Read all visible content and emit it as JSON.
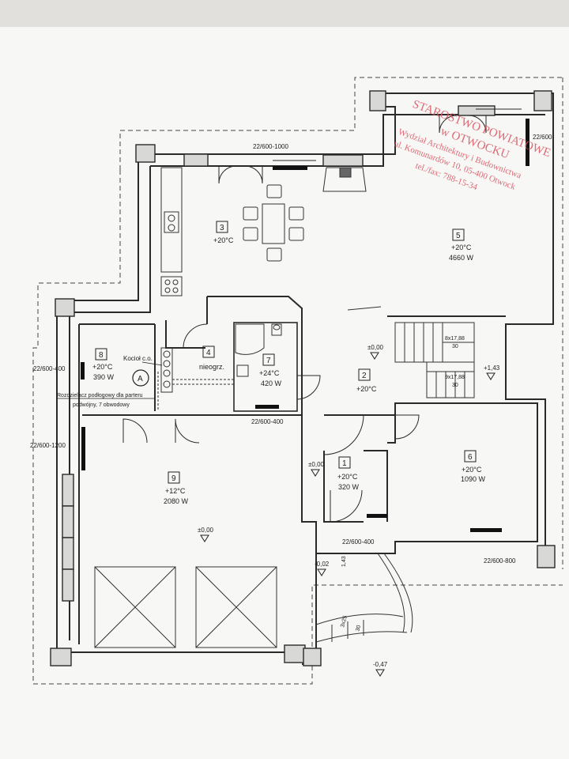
{
  "rooms": [
    {
      "number": "1",
      "temp": "+20°C",
      "power": "320 W"
    },
    {
      "number": "2",
      "temp": "+20°C"
    },
    {
      "number": "3",
      "temp": "+20°C"
    },
    {
      "number": "4",
      "name": "nieogrz."
    },
    {
      "number": "5",
      "temp": "+20°C",
      "power": "4660 W"
    },
    {
      "number": "6",
      "temp": "+20°C",
      "power": "1090 W"
    },
    {
      "number": "7",
      "temp": "+24°C",
      "power": "420 W"
    },
    {
      "number": "8",
      "temp": "+20°C",
      "power": "390 W"
    },
    {
      "number": "9",
      "temp": "+12°C",
      "power": "2080 W"
    }
  ],
  "radiators": {
    "r1": "22/600-1000",
    "r2": "22/600-400",
    "r3": "22/600-1200",
    "r4": "22/600-400",
    "r5": "22/600-400",
    "r6": "22/600-800",
    "r7": "22/600-"
  },
  "levels": {
    "l1": "±0,00",
    "l2": "+1,43",
    "l3": "±0,00",
    "l4": "±0,00",
    "l5": "-0,02",
    "l6": "-0,47"
  },
  "stairs": {
    "upper": "8x17,88",
    "upper_sub": "30",
    "lower": "9x17,88",
    "lower_sub": "30"
  },
  "equipment": {
    "boiler": "Kocioł c.o.",
    "boiler_symbol": "A",
    "manifold_line1": "Rozdzielacz podłogowy dla parteru",
    "manifold_line2": "podwójny, 7 obwodowy"
  },
  "dims": {
    "d1": "1,43",
    "d2": "3x25",
    "d3": "30"
  },
  "stamp": {
    "line1": "STAROSTWO POWIATOWE",
    "line2": "w OTWOCKU",
    "line3": "Wydział Architektury i Budownictwa",
    "line4": "ul. Komunardów 10, 05-400 Otwock",
    "line5": "tel./fax: 788-15-34"
  },
  "colors": {
    "walls": "#2a2a2a",
    "stamp": "#d9525e",
    "paper": "#f7f7f6"
  }
}
